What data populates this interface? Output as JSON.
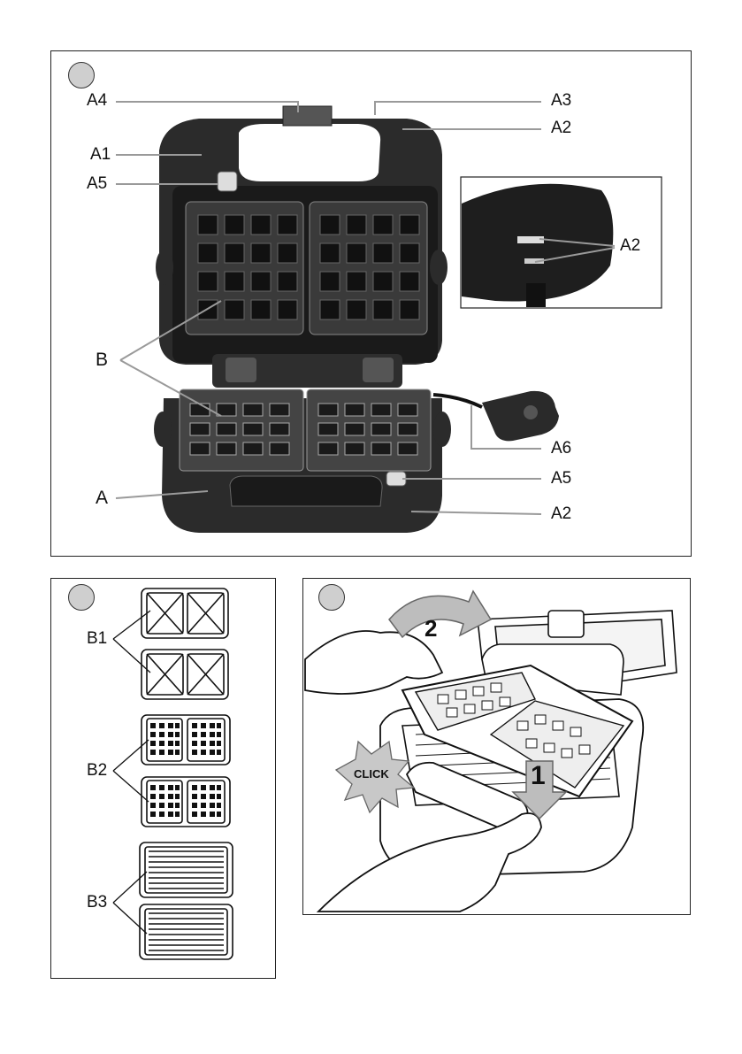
{
  "figure1": {
    "labels": {
      "a4": "A4",
      "a1": "A1",
      "a5_top": "A5",
      "a3": "A3",
      "a2_top": "A2",
      "a2_inset": "A2",
      "b": "B",
      "a6": "A6",
      "a5_bottom": "A5",
      "a": "A",
      "a2_bottom": "A2"
    }
  },
  "figure2": {
    "labels": {
      "b1": "B1",
      "b2": "B2",
      "b3": "B3"
    }
  },
  "figure3": {
    "labels": {
      "step2": "2",
      "step1": "1",
      "click": "CLICK"
    }
  }
}
